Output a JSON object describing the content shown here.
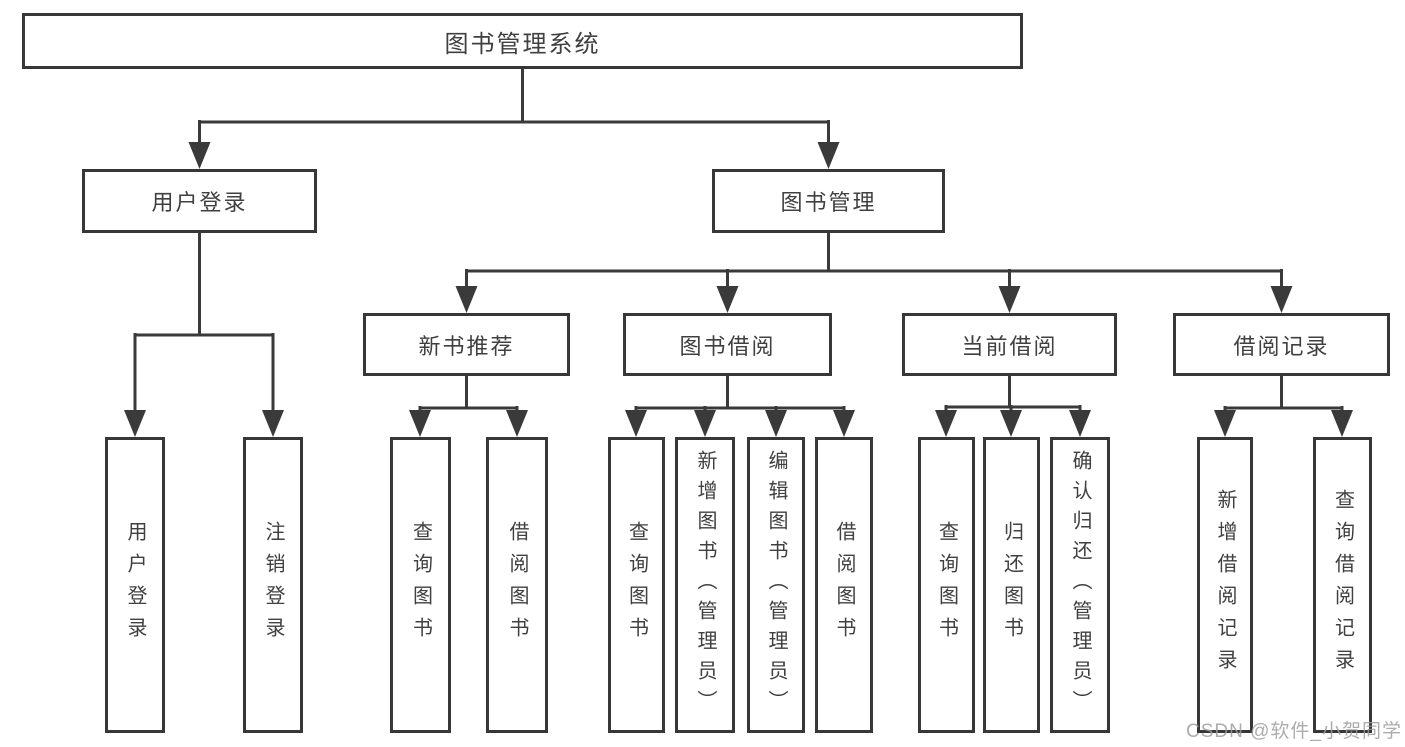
{
  "diagram": {
    "root": {
      "label": "图书管理系统"
    },
    "branches": [
      {
        "label": "用户登录",
        "children": [
          {
            "label": "用户登录"
          },
          {
            "label": "注销登录"
          }
        ]
      },
      {
        "label": "图书管理",
        "children": [
          {
            "label": "新书推荐",
            "children": [
              {
                "label": "查询图书"
              },
              {
                "label": "借阅图书"
              }
            ]
          },
          {
            "label": "图书借阅",
            "children": [
              {
                "label": "查询图书"
              },
              {
                "label": "新增图书（管理员）"
              },
              {
                "label": "编辑图书（管理员）"
              },
              {
                "label": "借阅图书"
              }
            ]
          },
          {
            "label": "当前借阅",
            "children": [
              {
                "label": "查询图书"
              },
              {
                "label": "归还图书"
              },
              {
                "label": "确认归还（管理员）"
              }
            ]
          },
          {
            "label": "借阅记录",
            "children": [
              {
                "label": "新增借阅记录"
              },
              {
                "label": "查询借阅记录"
              }
            ]
          }
        ]
      }
    ],
    "watermark": "CSDN @软件_小贺同学",
    "colors": {
      "line": "#3a3a3a",
      "border": "#373737",
      "text": "#404040",
      "watermark": "#9e9e9e",
      "background": "#ffffff"
    }
  }
}
